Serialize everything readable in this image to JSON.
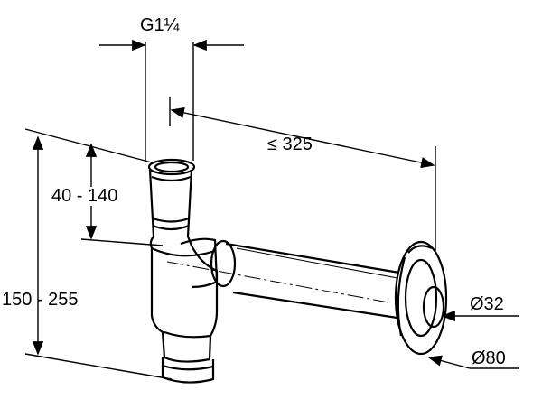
{
  "drawing": {
    "dimensions": {
      "thread": "G1¼",
      "max_length": "≤ 325",
      "height_upper": "40 - 140",
      "height_total": "150 - 255",
      "dia_pipe": "Ø32",
      "dia_rosette": "Ø80"
    }
  }
}
